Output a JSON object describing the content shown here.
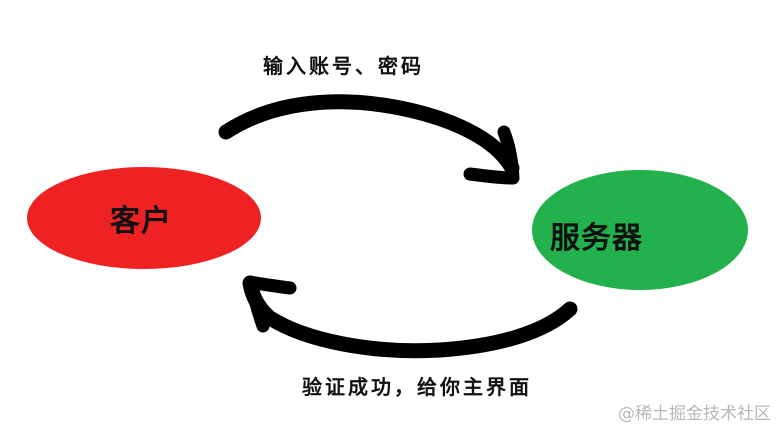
{
  "nodes": {
    "client": {
      "label": "客户",
      "color": "#ee2222"
    },
    "server": {
      "label": "服务器",
      "color": "#22b14c"
    }
  },
  "edges": {
    "request": {
      "label": "输入账号、密码"
    },
    "response": {
      "label": "验证成功，给你主界面"
    }
  },
  "watermark": "@稀土掘金技术社区",
  "stroke_color": "#000000"
}
